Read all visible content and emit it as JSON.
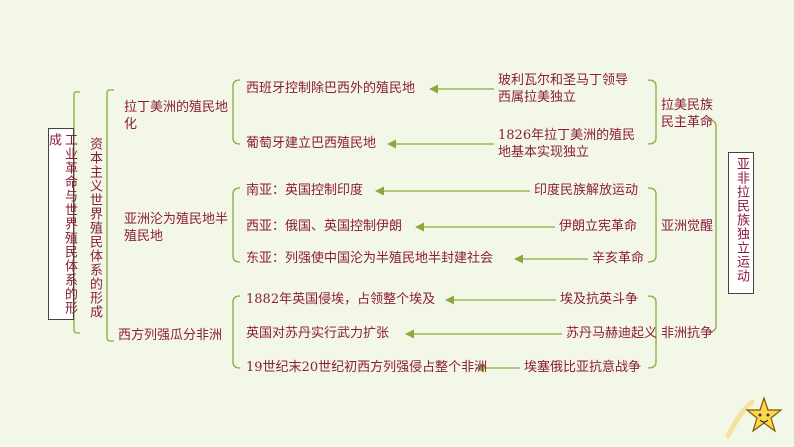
{
  "root": {
    "label": "工业革命与世界殖民体系的形成"
  },
  "level1": {
    "label": "资本主义世界殖民体系的形成"
  },
  "groups": [
    {
      "label": "拉丁美洲的殖民地化",
      "items": [
        {
          "left": "西班牙控制除巴西外的殖民地",
          "right_line1": "玻利瓦尔和圣马丁领导",
          "right_line2": "西属拉美独立"
        },
        {
          "left": "葡萄牙建立巴西殖民地",
          "right_line1": "1826年拉丁美洲的殖民",
          "right_line2": "地基本实现独立"
        }
      ],
      "right_label": "拉美民族民主革命"
    },
    {
      "label": "亚洲沦为殖民地半殖民地",
      "items": [
        {
          "left": "南亚：英国控制印度",
          "right": "印度民族解放运动"
        },
        {
          "left": "西亚：俄国、英国控制伊朗",
          "right": "伊朗立宪革命"
        },
        {
          "left": "东亚：列强使中国沦为半殖民地半封建社会",
          "right": "辛亥革命"
        }
      ],
      "right_label": "亚洲觉醒"
    },
    {
      "label": "西方列强瓜分非洲",
      "items": [
        {
          "left": "1882年英国侵埃，占领整个埃及",
          "right": "埃及抗英斗争"
        },
        {
          "left": "英国对苏丹实行武力扩张",
          "right": "苏丹马赫迪起义"
        },
        {
          "left": "19世纪末20世纪初西方列强侵占整个非洲",
          "right": "埃塞俄比亚抗意战争"
        }
      ],
      "right_label": "非洲抗争"
    }
  ],
  "right_root": {
    "label": "亚非拉民族独立运动"
  },
  "colors": {
    "text": "#8b1d3b",
    "lines": "#8aa83c",
    "background": "#f3f7e8"
  },
  "decoration": {
    "icon": "star-icon"
  }
}
